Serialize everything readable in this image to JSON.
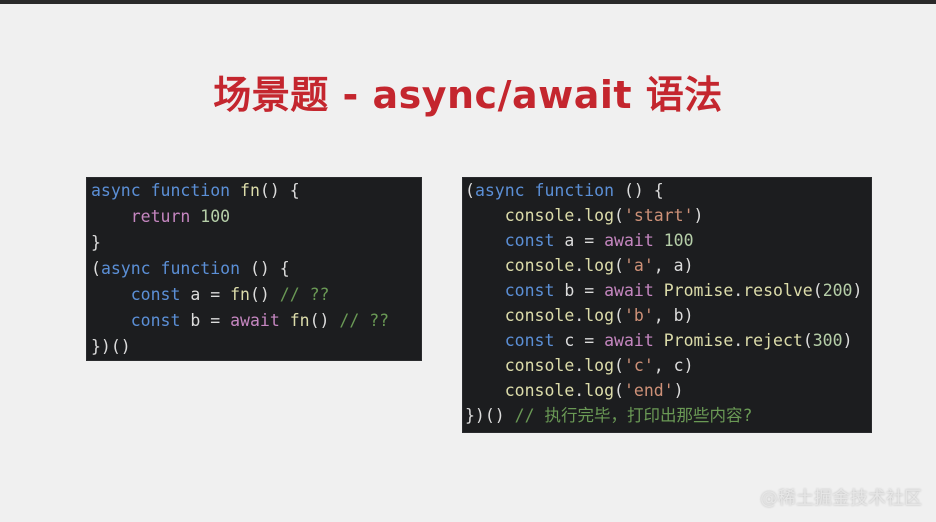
{
  "title": "场景题 - async/await 语法",
  "left_code": [
    [
      {
        "t": "kw",
        "v": "async function "
      },
      {
        "t": "fn",
        "v": "fn"
      },
      {
        "t": "plain",
        "v": "() {"
      }
    ],
    [
      {
        "t": "plain",
        "v": "    "
      },
      {
        "t": "kw2",
        "v": "return "
      },
      {
        "t": "num",
        "v": "100"
      }
    ],
    [
      {
        "t": "plain",
        "v": "}"
      }
    ],
    [
      {
        "t": "plain",
        "v": "("
      },
      {
        "t": "kw",
        "v": "async function "
      },
      {
        "t": "plain",
        "v": "() {"
      }
    ],
    [
      {
        "t": "plain",
        "v": "    "
      },
      {
        "t": "kw",
        "v": "const "
      },
      {
        "t": "plain",
        "v": "a = "
      },
      {
        "t": "fn",
        "v": "fn"
      },
      {
        "t": "plain",
        "v": "() "
      },
      {
        "t": "cmt",
        "v": "// ??"
      }
    ],
    [
      {
        "t": "plain",
        "v": "    "
      },
      {
        "t": "kw",
        "v": "const "
      },
      {
        "t": "plain",
        "v": "b = "
      },
      {
        "t": "kw2",
        "v": "await "
      },
      {
        "t": "fn",
        "v": "fn"
      },
      {
        "t": "plain",
        "v": "() "
      },
      {
        "t": "cmt",
        "v": "// ??"
      }
    ],
    [
      {
        "t": "plain",
        "v": "})()"
      }
    ]
  ],
  "right_code": [
    [
      {
        "t": "plain",
        "v": "("
      },
      {
        "t": "kw",
        "v": "async function "
      },
      {
        "t": "plain",
        "v": "() {"
      }
    ],
    [
      {
        "t": "plain",
        "v": "    "
      },
      {
        "t": "fn",
        "v": "console"
      },
      {
        "t": "plain",
        "v": "."
      },
      {
        "t": "fn",
        "v": "log"
      },
      {
        "t": "plain",
        "v": "("
      },
      {
        "t": "str",
        "v": "'start'"
      },
      {
        "t": "plain",
        "v": ")"
      }
    ],
    [
      {
        "t": "plain",
        "v": "    "
      },
      {
        "t": "kw",
        "v": "const "
      },
      {
        "t": "plain",
        "v": "a = "
      },
      {
        "t": "kw2",
        "v": "await "
      },
      {
        "t": "num",
        "v": "100"
      }
    ],
    [
      {
        "t": "plain",
        "v": "    "
      },
      {
        "t": "fn",
        "v": "console"
      },
      {
        "t": "plain",
        "v": "."
      },
      {
        "t": "fn",
        "v": "log"
      },
      {
        "t": "plain",
        "v": "("
      },
      {
        "t": "str",
        "v": "'a'"
      },
      {
        "t": "plain",
        "v": ", a)"
      }
    ],
    [
      {
        "t": "plain",
        "v": "    "
      },
      {
        "t": "kw",
        "v": "const "
      },
      {
        "t": "plain",
        "v": "b = "
      },
      {
        "t": "kw2",
        "v": "await "
      },
      {
        "t": "fn",
        "v": "Promise"
      },
      {
        "t": "plain",
        "v": "."
      },
      {
        "t": "fn",
        "v": "resolve"
      },
      {
        "t": "plain",
        "v": "("
      },
      {
        "t": "num",
        "v": "200"
      },
      {
        "t": "plain",
        "v": ")"
      }
    ],
    [
      {
        "t": "plain",
        "v": "    "
      },
      {
        "t": "fn",
        "v": "console"
      },
      {
        "t": "plain",
        "v": "."
      },
      {
        "t": "fn",
        "v": "log"
      },
      {
        "t": "plain",
        "v": "("
      },
      {
        "t": "str",
        "v": "'b'"
      },
      {
        "t": "plain",
        "v": ", b)"
      }
    ],
    [
      {
        "t": "plain",
        "v": "    "
      },
      {
        "t": "kw",
        "v": "const "
      },
      {
        "t": "plain",
        "v": "c = "
      },
      {
        "t": "kw2",
        "v": "await "
      },
      {
        "t": "fn",
        "v": "Promise"
      },
      {
        "t": "plain",
        "v": "."
      },
      {
        "t": "fn",
        "v": "reject"
      },
      {
        "t": "plain",
        "v": "("
      },
      {
        "t": "num",
        "v": "300"
      },
      {
        "t": "plain",
        "v": ")"
      }
    ],
    [
      {
        "t": "plain",
        "v": "    "
      },
      {
        "t": "fn",
        "v": "console"
      },
      {
        "t": "plain",
        "v": "."
      },
      {
        "t": "fn",
        "v": "log"
      },
      {
        "t": "plain",
        "v": "("
      },
      {
        "t": "str",
        "v": "'c'"
      },
      {
        "t": "plain",
        "v": ", c)"
      }
    ],
    [
      {
        "t": "plain",
        "v": "    "
      },
      {
        "t": "fn",
        "v": "console"
      },
      {
        "t": "plain",
        "v": "."
      },
      {
        "t": "fn",
        "v": "log"
      },
      {
        "t": "plain",
        "v": "("
      },
      {
        "t": "str",
        "v": "'end'"
      },
      {
        "t": "plain",
        "v": ")"
      }
    ],
    [
      {
        "t": "plain",
        "v": "})() "
      },
      {
        "t": "cmt",
        "v": "// 执行完毕，打印出那些内容?"
      }
    ]
  ],
  "watermark": "@稀土掘金技术社区",
  "colors": {
    "title": "#c4262e",
    "code_bg": "#1c1d1f",
    "slide_bg": "#f0f0f0"
  }
}
